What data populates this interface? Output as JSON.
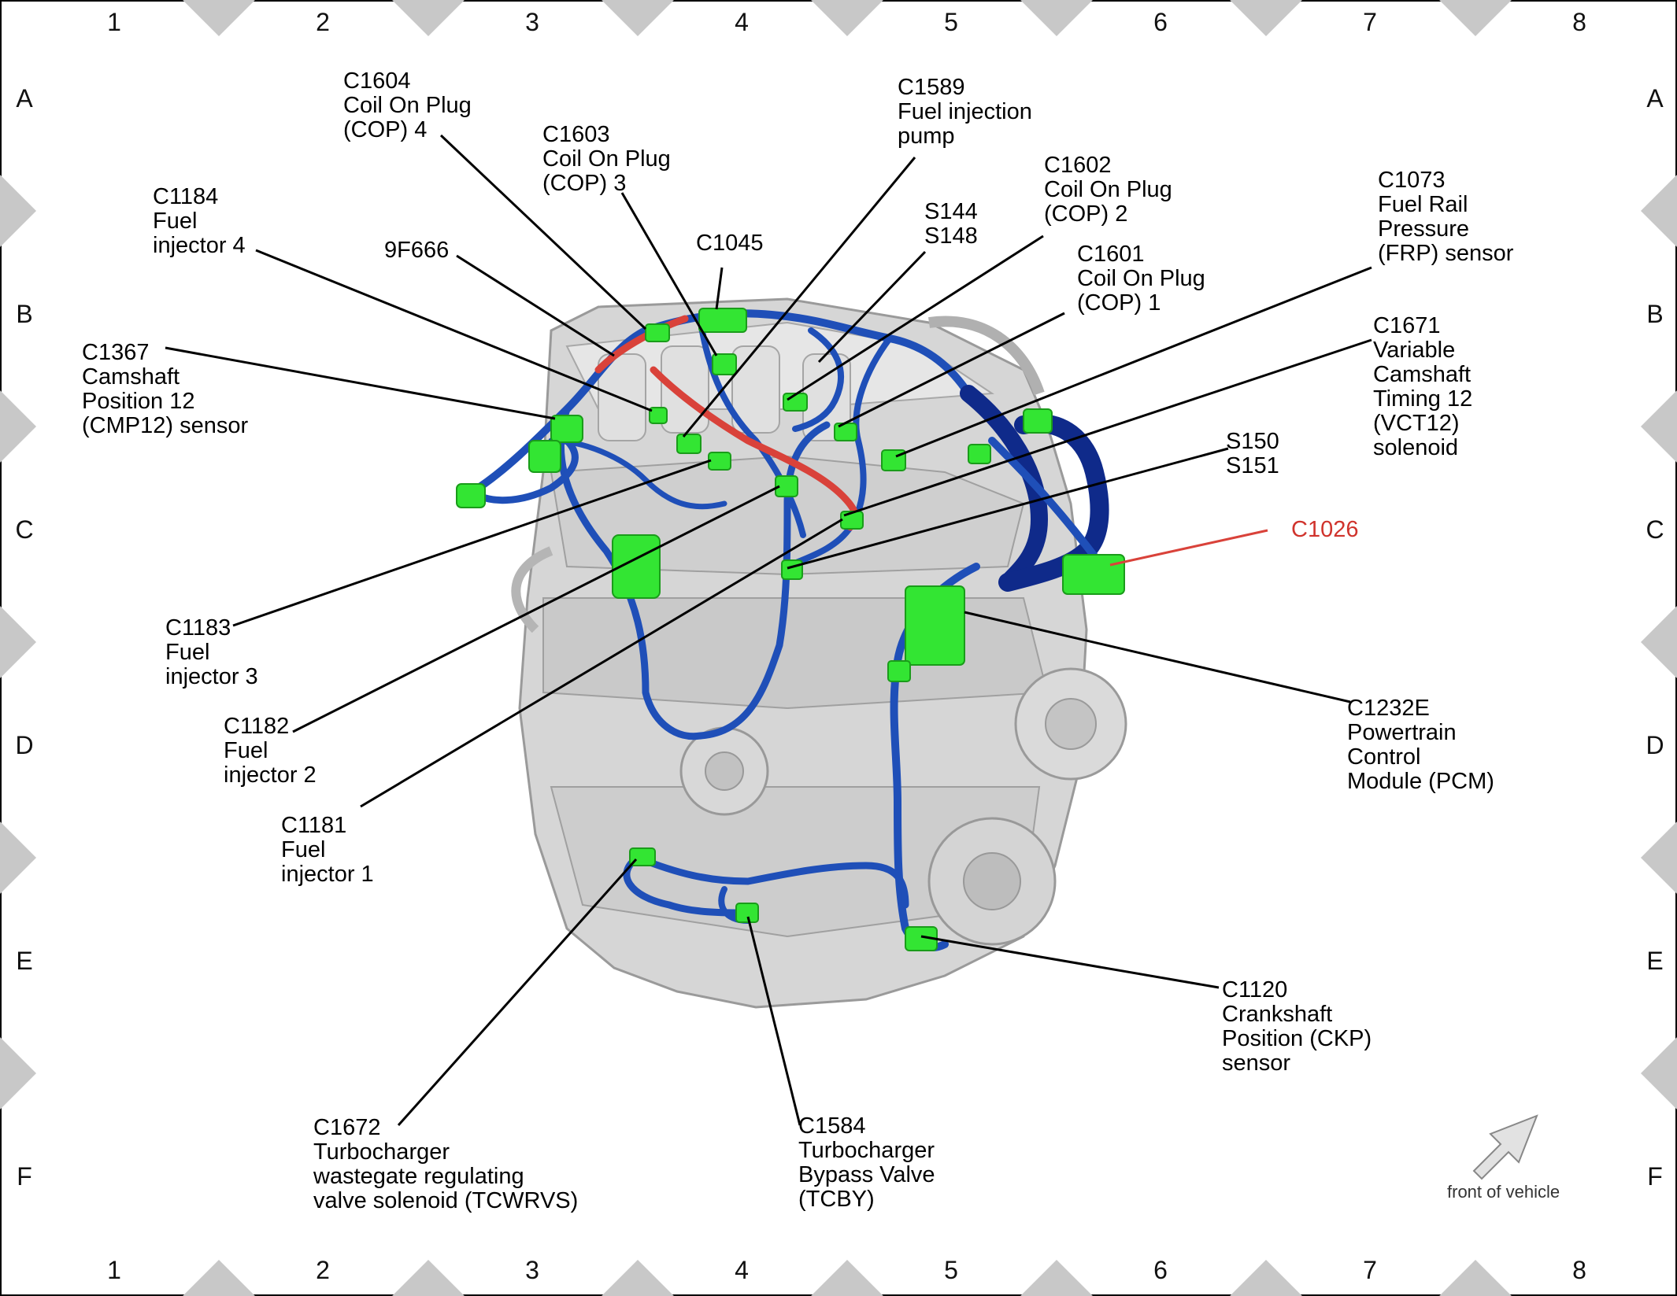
{
  "grid": {
    "columns": [
      "1",
      "2",
      "3",
      "4",
      "5",
      "6",
      "7",
      "8"
    ],
    "rows": [
      "A",
      "B",
      "C",
      "D",
      "E",
      "F"
    ]
  },
  "callouts": [
    {
      "id": "c1604",
      "lines": [
        "C1604",
        "Coil On Plug",
        "(COP) 4"
      ]
    },
    {
      "id": "c1603",
      "lines": [
        "C1603",
        "Coil On Plug",
        "(COP) 3"
      ]
    },
    {
      "id": "c1589",
      "lines": [
        "C1589",
        "Fuel injection",
        "pump"
      ]
    },
    {
      "id": "c1602",
      "lines": [
        "C1602",
        "Coil On Plug",
        "(COP) 2"
      ]
    },
    {
      "id": "c1184",
      "lines": [
        "C1184",
        "Fuel",
        "injector 4"
      ]
    },
    {
      "id": "9f666",
      "lines": [
        "9F666"
      ]
    },
    {
      "id": "c1045",
      "lines": [
        "C1045"
      ]
    },
    {
      "id": "s144",
      "lines": [
        "S144",
        "S148"
      ]
    },
    {
      "id": "c1601",
      "lines": [
        "C1601",
        "Coil On Plug",
        "(COP) 1"
      ]
    },
    {
      "id": "c1073",
      "lines": [
        "C1073",
        "Fuel Rail",
        "Pressure",
        "(FRP) sensor"
      ]
    },
    {
      "id": "c1367",
      "lines": [
        "C1367",
        "Camshaft",
        "Position 12",
        "(CMP12) sensor"
      ]
    },
    {
      "id": "c1671",
      "lines": [
        "C1671",
        "Variable",
        "Camshaft",
        "Timing 12",
        "(VCT12)",
        "solenoid"
      ]
    },
    {
      "id": "s150",
      "lines": [
        "S150",
        "S151"
      ]
    },
    {
      "id": "c1026",
      "lines": [
        "C1026"
      ],
      "highlight": true
    },
    {
      "id": "c1183",
      "lines": [
        "C1183",
        "Fuel",
        "injector 3"
      ]
    },
    {
      "id": "c1232e",
      "lines": [
        "C1232E",
        "Powertrain",
        "Control",
        "Module (PCM)"
      ]
    },
    {
      "id": "c1182",
      "lines": [
        "C1182",
        "Fuel",
        "injector 2"
      ]
    },
    {
      "id": "c1181",
      "lines": [
        "C1181",
        "Fuel",
        "injector 1"
      ]
    },
    {
      "id": "c1120",
      "lines": [
        "C1120",
        "Crankshaft",
        "Position (CKP)",
        "sensor"
      ]
    },
    {
      "id": "c1672",
      "lines": [
        "C1672",
        "Turbocharger",
        "wastegate regulating",
        "valve solenoid (TCWRVS)"
      ]
    },
    {
      "id": "c1584",
      "lines": [
        "C1584",
        "Turbocharger",
        "Bypass Valve",
        "(TCBY)"
      ]
    }
  ],
  "orientation": {
    "label": "front of vehicle",
    "icon": "front-arrow-icon"
  },
  "colors": {
    "connector": "#33e533",
    "harness": "#1f4fb8",
    "harness_dark": "#0f2a8a",
    "highlight_wire": "#d9423a",
    "highlight_text": "#d0332c",
    "engine": "#d8d8d8",
    "frame_marker": "#c8c8c8"
  }
}
